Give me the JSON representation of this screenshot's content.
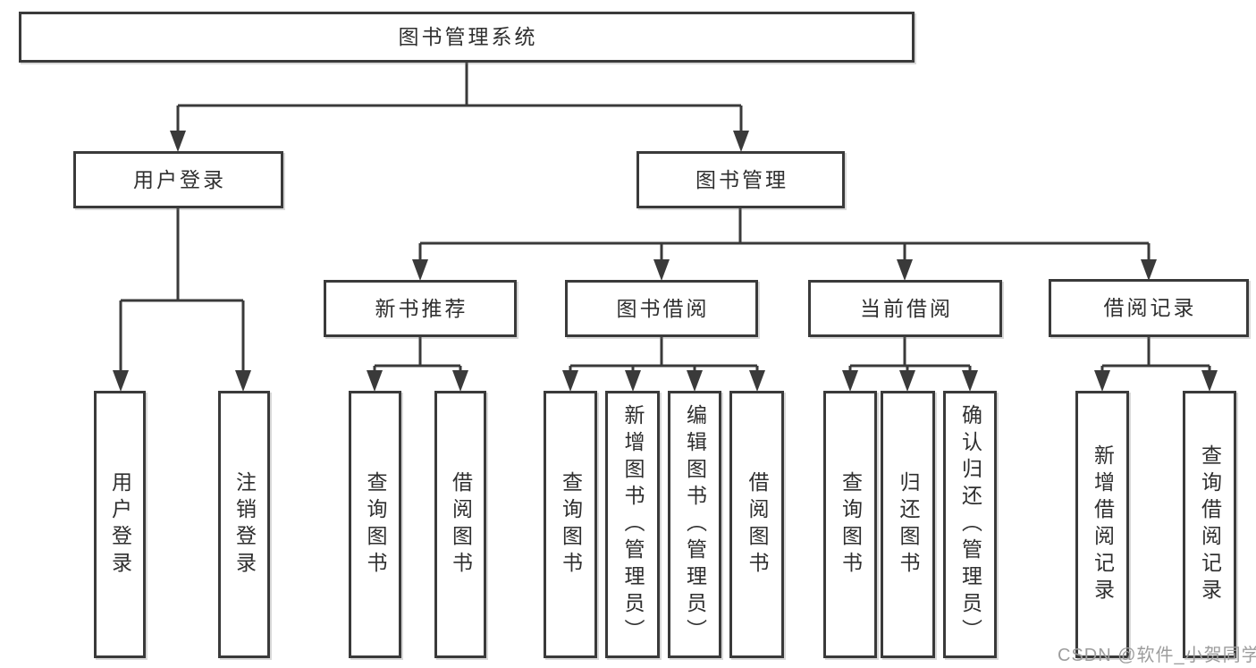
{
  "diagram": {
    "root": {
      "label": "图书管理系统"
    },
    "level2": {
      "user_login": {
        "label": "用户登录"
      },
      "book_mgmt": {
        "label": "图书管理"
      }
    },
    "level3": {
      "new_book_recommend": {
        "label": "新书推荐"
      },
      "book_borrow": {
        "label": "图书借阅"
      },
      "current_borrow": {
        "label": "当前借阅"
      },
      "borrow_records": {
        "label": "借阅记录"
      }
    },
    "leaves": [
      {
        "label": "用户登录",
        "parent": "用户登录"
      },
      {
        "label": "注销登录",
        "parent": "用户登录"
      },
      {
        "label": "查询图书",
        "parent": "新书推荐"
      },
      {
        "label": "借阅图书",
        "parent": "新书推荐"
      },
      {
        "label": "查询图书",
        "parent": "图书借阅"
      },
      {
        "label": "新增图书（管理员）",
        "parent": "图书借阅"
      },
      {
        "label": "编辑图书（管理员）",
        "parent": "图书借阅"
      },
      {
        "label": "借阅图书",
        "parent": "图书借阅"
      },
      {
        "label": "查询图书",
        "parent": "当前借阅"
      },
      {
        "label": "归还图书",
        "parent": "当前借阅"
      },
      {
        "label": "确认归还（管理员）",
        "parent": "当前借阅"
      },
      {
        "label": "新增借阅记录",
        "parent": "借阅记录"
      },
      {
        "label": "查询借阅记录",
        "parent": "借阅记录"
      }
    ]
  },
  "watermark": {
    "text": "CSDN @软件_小贺同学"
  },
  "colors": {
    "line": "#3a3a3a",
    "text": "#2f2f2f",
    "box_background": "#ffffff",
    "watermark": "#9d9d9d",
    "page_background": "#ffffff"
  }
}
